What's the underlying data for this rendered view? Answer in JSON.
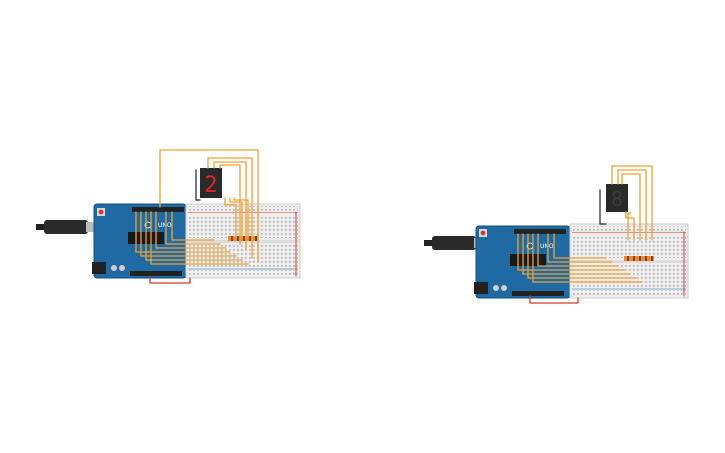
{
  "canvas": {
    "background": "#ffffff"
  },
  "colors": {
    "board": "#1f6aa3",
    "board_edge": "#174f7a",
    "breadboard": "#eeeeee",
    "wire_orange": "#f0a030",
    "wire_red": "#d33b2c",
    "wire_black": "#222222",
    "seg_display": "#2a2a2a",
    "seg_lit": "#e02424"
  },
  "circuits": [
    {
      "name": "circuit-left",
      "board_label": "UNO",
      "display_digit": "2",
      "display_lit": true
    },
    {
      "name": "circuit-right",
      "board_label": "UNO",
      "display_digit": "8",
      "display_lit": false
    }
  ]
}
